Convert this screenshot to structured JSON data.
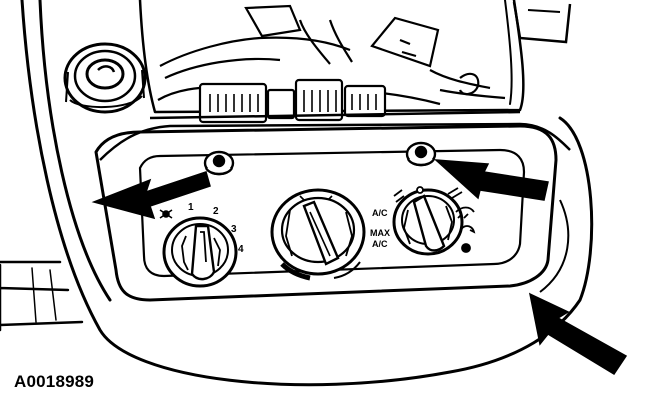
{
  "figure": {
    "reference_id": "A0018989"
  },
  "controls": {
    "fan": {
      "ticks": [
        "1",
        "2",
        "3",
        "4"
      ],
      "symbol_name": "fan-symbol"
    },
    "temperature": {
      "symbol_name": "temperature-gradient"
    },
    "mode": {
      "labels": [
        "A/C",
        "MAX",
        "A/C"
      ],
      "symbol_names": [
        "panel-vent-icon",
        "floor-vent-icon",
        "defrost-icon",
        "recirc-icon"
      ]
    }
  },
  "callouts": [
    {
      "name": "fastener-arrow-left",
      "target": "upper-left-screw"
    },
    {
      "name": "fastener-arrow-right",
      "target": "upper-right-screw"
    },
    {
      "name": "bezel-arrow",
      "target": "bezel-lower-right-edge"
    }
  ],
  "colors": {
    "ink": "#000000",
    "paper": "#ffffff"
  }
}
